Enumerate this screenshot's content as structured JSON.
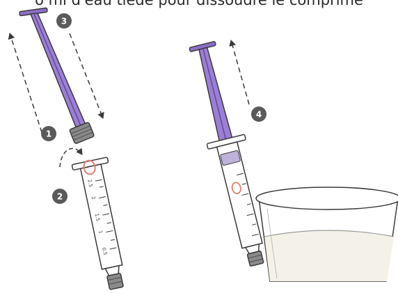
{
  "caption": "o ml d'eau tiède pour dissoudre le comprimé",
  "steps": [
    {
      "number": "1"
    },
    {
      "number": "2"
    },
    {
      "number": "3"
    },
    {
      "number": "4"
    }
  ],
  "scale_labels": [
    "0.5",
    "1",
    "1.5",
    "2",
    "2.5"
  ],
  "colors": {
    "plunger": "#8c6fc9",
    "plunger_dark": "#5f4a96",
    "outline": "#3a3a3a",
    "badge": "#5a5a5a",
    "stopper": "#e87b6e",
    "water": "#f4f2e8"
  }
}
